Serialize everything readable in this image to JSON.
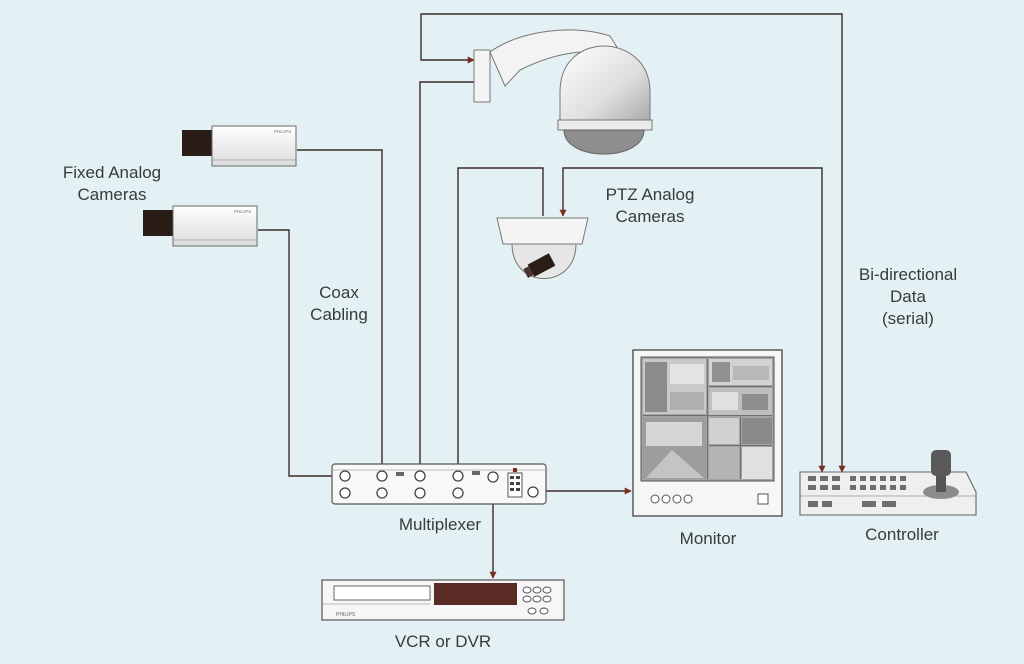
{
  "labels": {
    "fixed_cameras_line1": "Fixed Analog",
    "fixed_cameras_line2": "Cameras",
    "coax_line1": "Coax",
    "coax_line2": "Cabling",
    "ptz_line1": "PTZ Analog",
    "ptz_line2": "Cameras",
    "data_line1": "Bi-directional",
    "data_line2": "Data",
    "data_line3": "(serial)",
    "multiplexer": "Multiplexer",
    "monitor": "Monitor",
    "controller": "Controller",
    "recorder": "VCR or DVR"
  },
  "brand": "PHILIPS",
  "colors": {
    "background": "#e3f1f5",
    "cable": "#3c2a2a",
    "arrow": "#7a2b22",
    "device_body": "#f6f6f6",
    "device_outline": "#6a6a6a",
    "lens": "#2a1d18",
    "recorder_display": "#5a2a24"
  }
}
